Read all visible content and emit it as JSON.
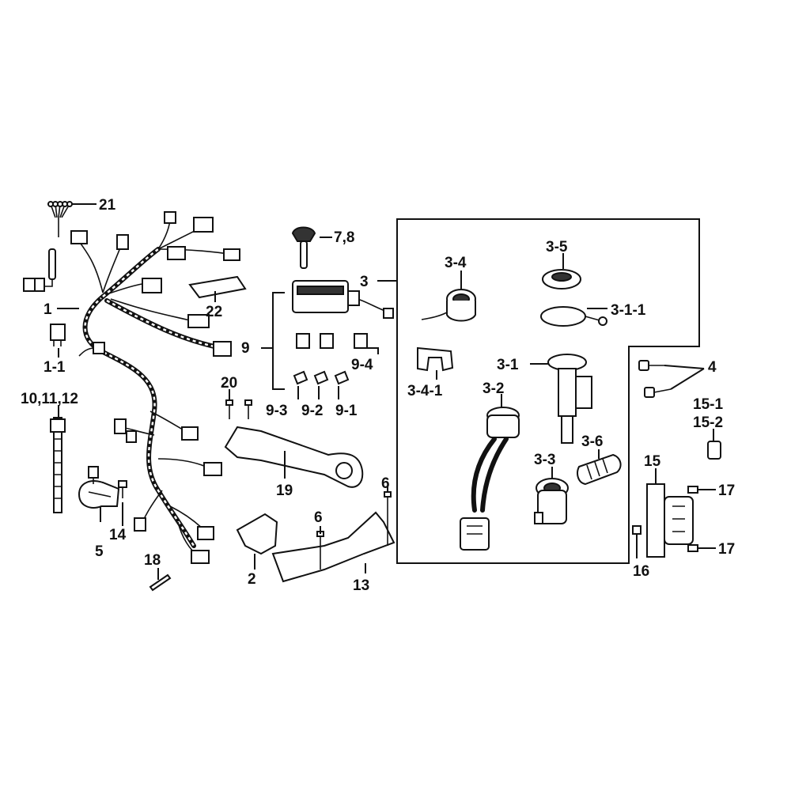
{
  "labels": {
    "l1": "1",
    "l1_1": "1-1",
    "l2": "2",
    "l3": "3",
    "l3_1": "3-1",
    "l3_1_1": "3-1-1",
    "l3_2": "3-2",
    "l3_3": "3-3",
    "l3_4": "3-4",
    "l3_4_1": "3-4-1",
    "l3_5": "3-5",
    "l3_6": "3-6",
    "l4": "4",
    "l5": "5",
    "l6a": "6",
    "l6b": "6",
    "l7_8": "7,8",
    "l9": "9",
    "l9_1": "9-1",
    "l9_2": "9-2",
    "l9_3": "9-3",
    "l9_4": "9-4",
    "l10_11_12": "10,11,12",
    "l13": "13",
    "l14": "14",
    "l15": "15",
    "l15_1": "15-1",
    "l15_2": "15-2",
    "l16": "16",
    "l17a": "17",
    "l17b": "17",
    "l18": "18",
    "l19": "19",
    "l20": "20",
    "l21": "21",
    "l22": "22"
  },
  "colors": {
    "ink": "#111111",
    "background": "#ffffff"
  }
}
